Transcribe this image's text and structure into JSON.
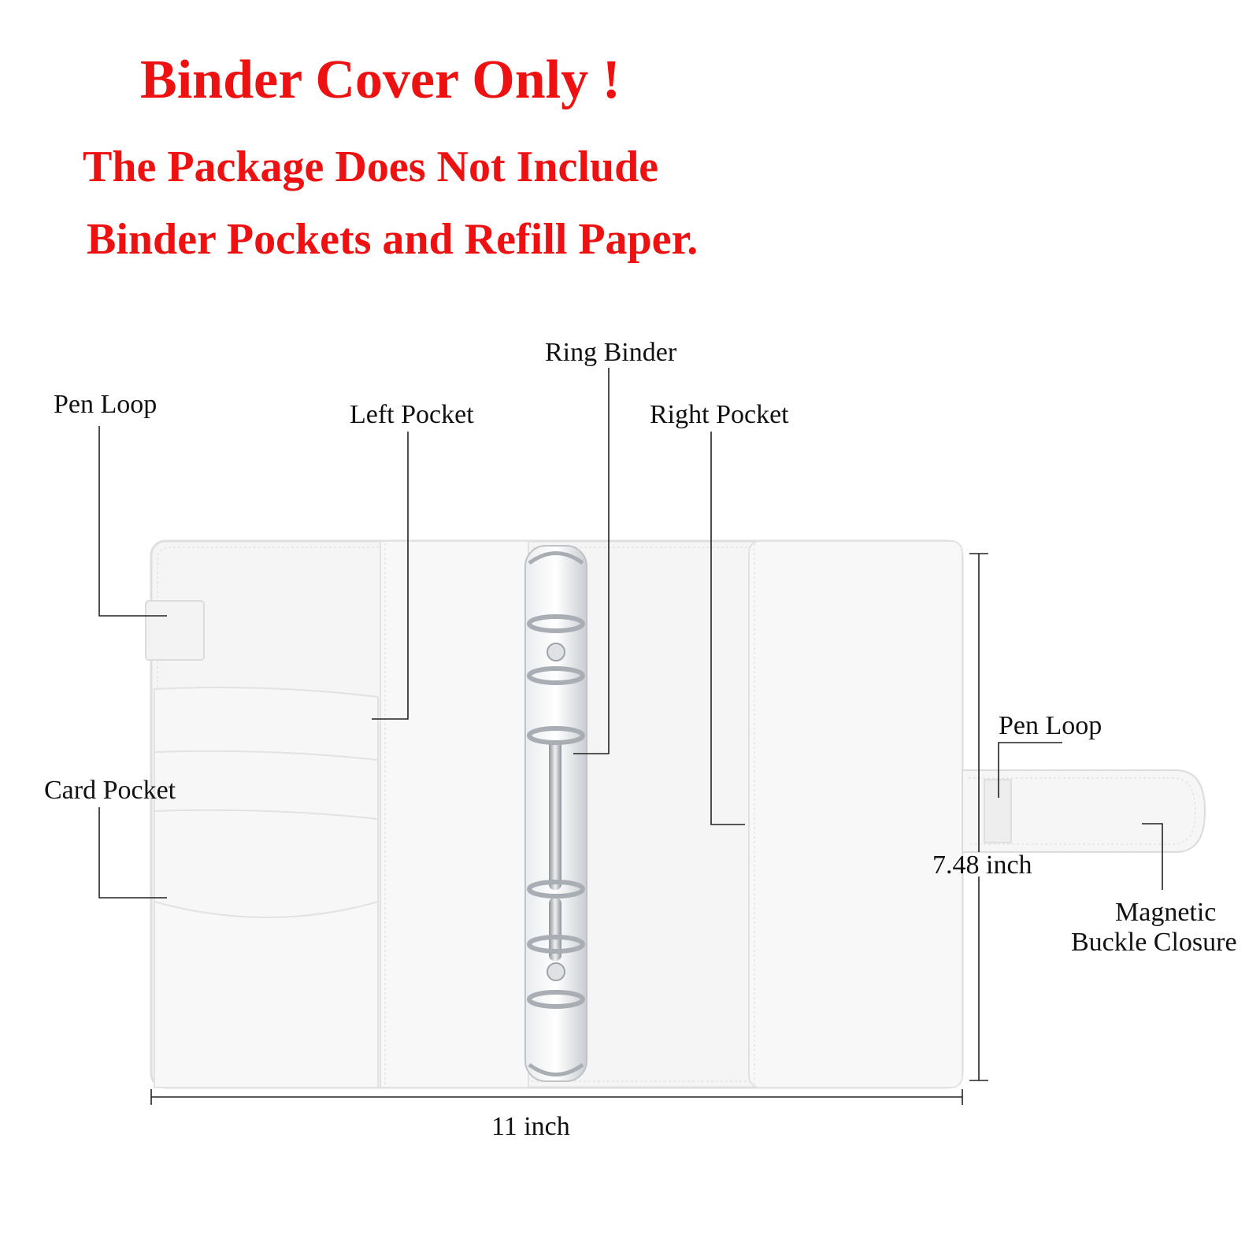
{
  "headings": {
    "line1": "Binder Cover Only !",
    "line2": "The Package Does Not Include",
    "line3": "Binder Pockets and Refill Paper."
  },
  "callouts": {
    "pen_loop_left": "Pen Loop",
    "left_pocket": "Left Pocket",
    "ring_binder": "Ring Binder",
    "right_pocket": "Right Pocket",
    "card_pocket": "Card Pocket",
    "pen_loop_right": "Pen Loop",
    "magnetic_closure_line1": "Magnetic",
    "magnetic_closure_line2": "Buckle Closure"
  },
  "dimensions": {
    "width": "11 inch",
    "height": "7.48 inch"
  },
  "colors": {
    "heading": "#ee1111",
    "binder": "#f4f4f4",
    "rings": "#b8bcc2"
  }
}
